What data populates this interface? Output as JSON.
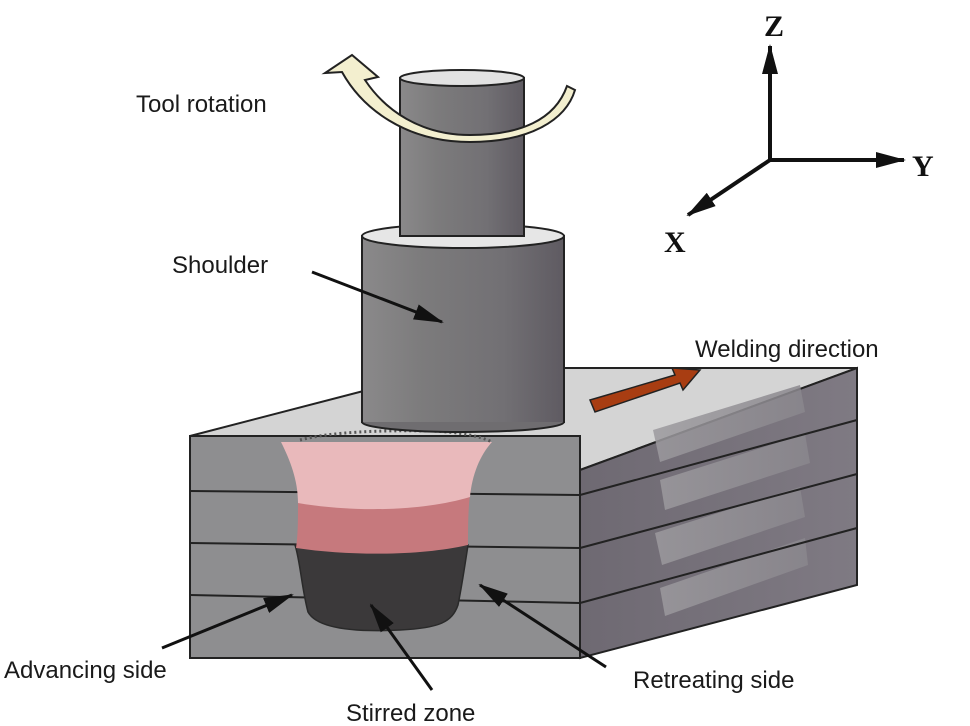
{
  "figure": {
    "title": "Friction stir welding schematic",
    "labels": {
      "tool_rotation": "Tool rotation",
      "shoulder": "Shoulder",
      "welding_direction": "Welding direction",
      "advancing_side": "Advancing side",
      "stirred_zone": "Stirred zone",
      "retreating_side": "Retreating side"
    },
    "axes": {
      "z": "Z",
      "y": "Y",
      "x": "X"
    },
    "colors": {
      "tool": "#77757a",
      "plate_front": "#8e8e90",
      "plate_side": "#7b7680",
      "plate_top": "#d4d4d4",
      "zone_upper": "#e9b9bb",
      "zone_middle": "#c6797d",
      "zone_stirred": "#3b393a",
      "welding_arrow": "#a83d12",
      "rotation_arrow": "#f3efcf"
    },
    "layer_count": 4
  }
}
